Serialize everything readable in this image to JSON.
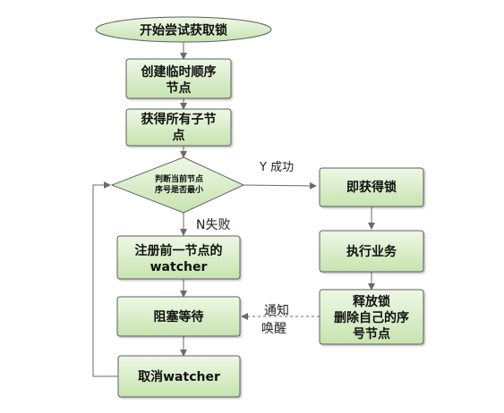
{
  "colors": {
    "node_fill_light": "#edf7e4",
    "node_fill_dark": "#c9e5b2",
    "node_stroke": "#5f5f5f",
    "edge": "#6a6a6a",
    "text": "#111111"
  },
  "nodes": {
    "start": {
      "lines": [
        "开始尝试获取锁"
      ]
    },
    "create_node": {
      "lines": [
        "创建临时顺序",
        "节点"
      ]
    },
    "get_children": {
      "lines": [
        "获得所有子节",
        "点"
      ]
    },
    "is_smallest": {
      "lines": [
        "判断当前节点",
        "序号是否最小"
      ]
    },
    "register_watcher": {
      "lines": [
        "注册前一节点的",
        "watcher"
      ]
    },
    "block_wait": {
      "lines": [
        "阻塞等待"
      ]
    },
    "cancel_watcher": {
      "lines": [
        "取消watcher"
      ]
    },
    "acquire_lock": {
      "lines": [
        "即获得锁"
      ]
    },
    "execute_business": {
      "lines": [
        "执行业务"
      ]
    },
    "release_lock": {
      "lines": [
        "释放锁",
        "删除自己的序",
        "号节点"
      ]
    }
  },
  "edge_labels": {
    "yes_success": "Y 成功",
    "no_fail": "N失败",
    "notify_wake": [
      "通知",
      "唤醒"
    ]
  }
}
